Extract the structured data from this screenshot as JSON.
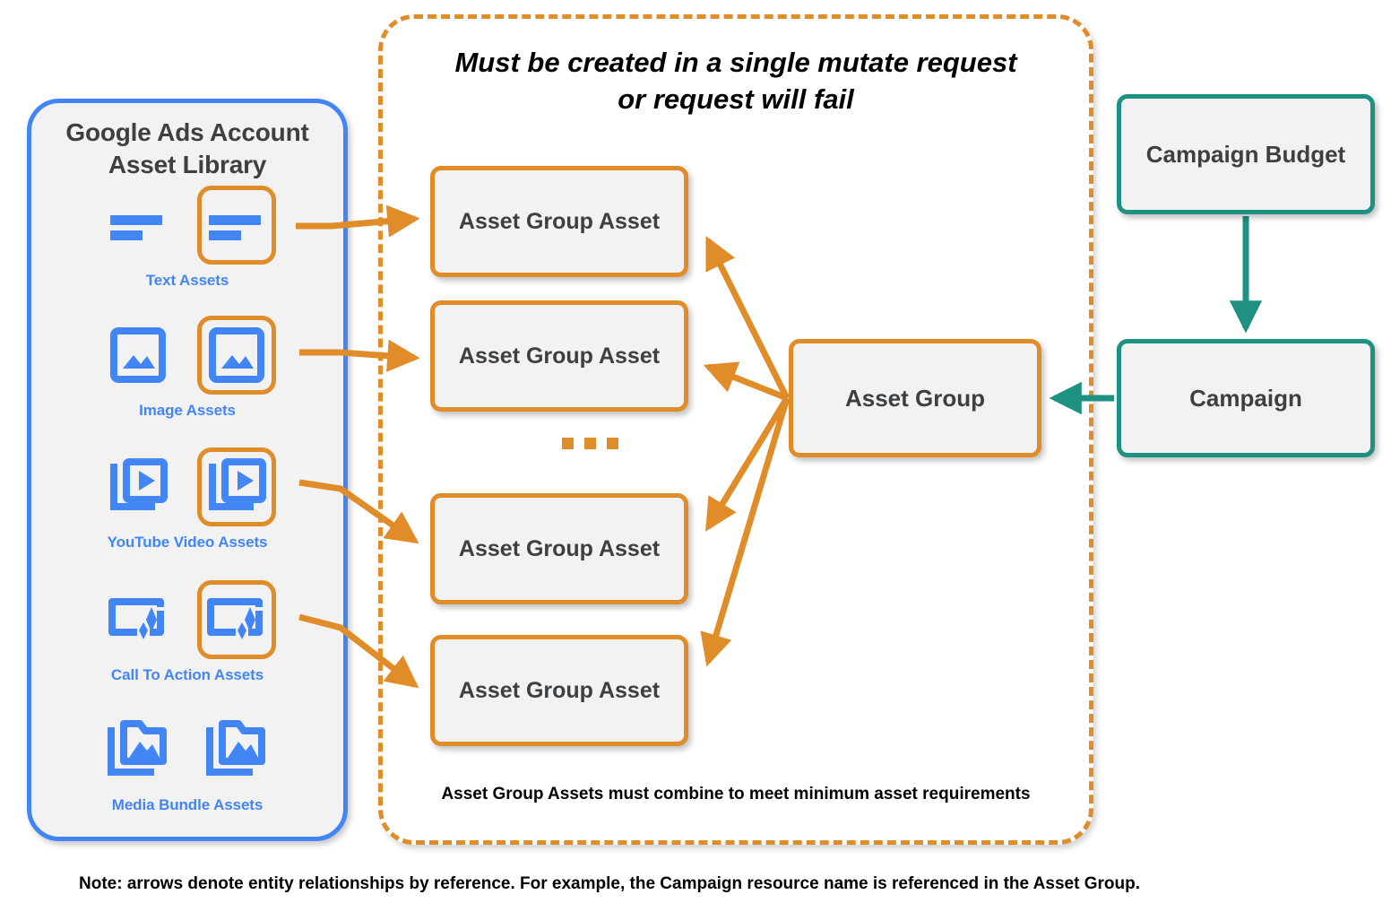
{
  "library": {
    "title_line1": "Google Ads Account",
    "title_line2": "Asset Library",
    "items": [
      {
        "label": "Text Assets",
        "icon": "text-asset-icon"
      },
      {
        "label": "Image Assets",
        "icon": "image-asset-icon"
      },
      {
        "label": "YouTube Video  Assets",
        "icon": "video-asset-icon"
      },
      {
        "label": "Call To Action Assets",
        "icon": "call-to-action-asset-icon"
      },
      {
        "label": "Media Bundle  Assets",
        "icon": "media-bundle-asset-icon"
      }
    ]
  },
  "mutate": {
    "title_line1": "Must be created in a single mutate request",
    "title_line2": "or request will fail",
    "footnote": "Asset Group Assets must combine to meet minimum asset requirements",
    "ellipsis": "..."
  },
  "nodes": {
    "asset_group_asset_1": "Asset Group Asset",
    "asset_group_asset_2": "Asset Group Asset",
    "asset_group_asset_3": "Asset Group Asset",
    "asset_group_asset_4": "Asset Group Asset",
    "asset_group": "Asset Group",
    "campaign_budget": "Campaign Budget",
    "campaign": "Campaign"
  },
  "note": "Note: arrows denote entity relationships by reference. For example, the Campaign resource name is referenced in the Asset Group.",
  "colors": {
    "orange": "#e08c28",
    "blue": "#4285f4",
    "teal": "#1e9182",
    "box_fill": "#f2f2f2",
    "text_dark": "#3c4043"
  }
}
